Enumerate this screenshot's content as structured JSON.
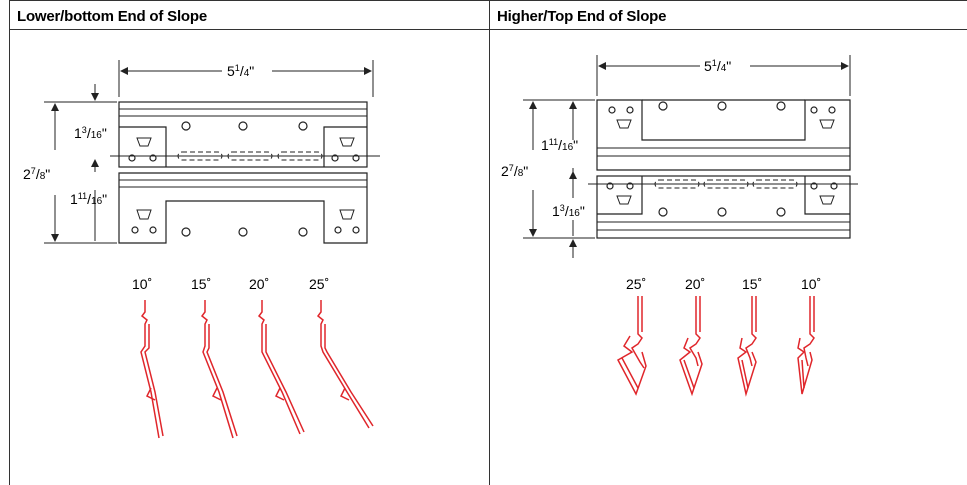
{
  "lower": {
    "title": "Lower/bottom End of Slope",
    "width": {
      "whole": "5",
      "num": "1",
      "den": "4",
      "unit": "\""
    },
    "total_height": {
      "whole": "2",
      "num": "7",
      "den": "8",
      "unit": "\""
    },
    "top_dim": {
      "whole": "1",
      "num": "3",
      "den": "16",
      "unit": "\""
    },
    "bottom_dim": {
      "whole": "1",
      "num": "11",
      "den": "16",
      "unit": "\""
    },
    "angles": [
      "10˚",
      "15˚",
      "20˚",
      "25˚"
    ]
  },
  "higher": {
    "title": "Higher/Top  End of Slope",
    "width": {
      "whole": "5",
      "num": "1",
      "den": "4",
      "unit": "\""
    },
    "total_height": {
      "whole": "2",
      "num": "7",
      "den": "8",
      "unit": "\""
    },
    "top_dim": {
      "whole": "1",
      "num": "11",
      "den": "16",
      "unit": "\""
    },
    "bottom_dim": {
      "whole": "1",
      "num": "3",
      "den": "16",
      "unit": "\""
    },
    "angles": [
      "25˚",
      "20˚",
      "15˚",
      "10˚"
    ]
  },
  "colors": {
    "line": "#222222",
    "profile": "#e0262b"
  }
}
